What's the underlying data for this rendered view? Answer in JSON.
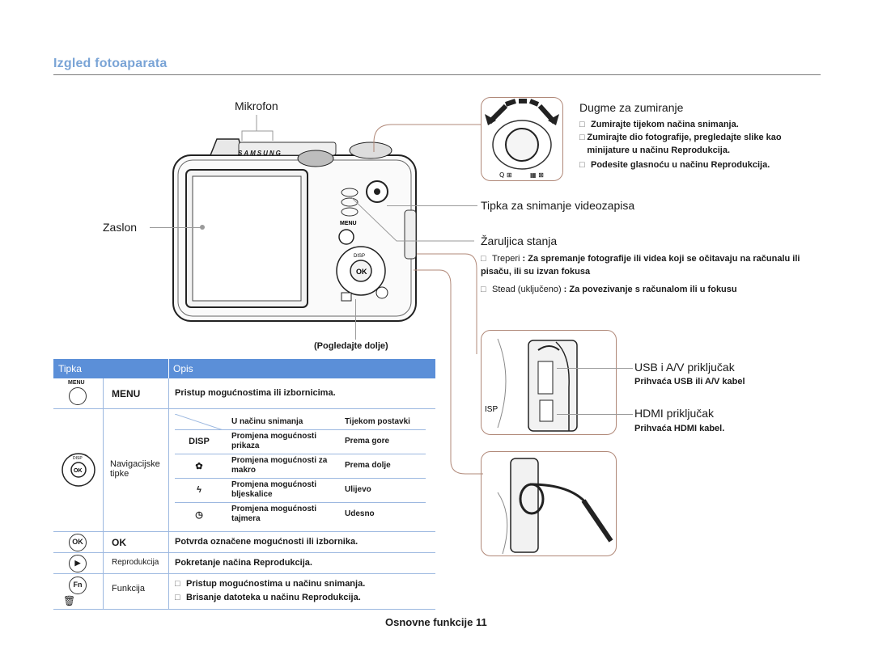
{
  "page": {
    "title": "Izgled fotoaparata",
    "footer": "Osnovne funkcije  11"
  },
  "camera": {
    "brand": "SAMSUNG",
    "labels": {
      "mikrofon": "Mikrofon",
      "zaslon": "Zaslon",
      "see_below": "(Pogledajte dolje)"
    }
  },
  "zoom": {
    "title": "Dugme za zumiranje",
    "bullets": [
      "Zumirajte tijekom načina snimanja.",
      "Zumirajte dio fotografije, pregledajte slike kao minijature u načinu Reprodukcija.",
      "Podesite glasnoću u načinu Reprodukcija."
    ]
  },
  "video_button": {
    "title": "Tipka za snimanje videozapisa"
  },
  "status_lamp": {
    "title": "Žaruljica stanja",
    "blinking_label": "Treperi",
    "blinking_text": ": Za spremanje fotografije ili videa koji se očitavaju na računalu ili pisaču, ili su izvan fokusa",
    "steady_label": "Stead (uključeno)",
    "steady_text": ": Za povezivanje s računalom ili u fokusu"
  },
  "usb": {
    "title": "USB i A/V priključak",
    "desc": "Prihvaća USB ili A/V kabel"
  },
  "hdmi": {
    "title": "HDMI priključak",
    "desc": "Prihvaća HDMI kabel."
  },
  "table": {
    "col_key": "Tipka",
    "col_desc": "Opis",
    "rows": [
      {
        "icon_label": "MENU",
        "name": "MENU",
        "desc": "Pristup mogućnostima ili izbornicima."
      },
      {
        "name": "Navigacijske tipke"
      },
      {
        "icon_label": "OK",
        "name": "OK",
        "desc": "Potvrda označene mogućnosti ili izbornika."
      },
      {
        "icon_label": "▶",
        "name": "Reprodukcija",
        "desc": "Pokretanje načina Reprodukcija."
      },
      {
        "icon_label": "Fn",
        "name": "Funkcija",
        "desc1": "Pristup mogućnostima u načinu snimanja.",
        "desc2": "Brisanje datoteka u načinu Reprodukcija."
      }
    ],
    "nav_header": {
      "col1": "U načinu snimanja",
      "col2": "Tijekom postavki"
    },
    "nav_rows": [
      {
        "icon": "DISP",
        "desc": "Promjena mogućnosti prikaza",
        "when": "Prema gore"
      },
      {
        "icon": "✿",
        "desc": "Promjena mogućnosti za makro",
        "when": "Prema dolje"
      },
      {
        "icon": "ϟ",
        "desc": "Promjena mogućnosti bljeskalice",
        "when": "Ulijevo"
      },
      {
        "icon": "◷",
        "desc": "Promjena mogućnosti tajmera",
        "when": "Udesno"
      }
    ]
  },
  "colors": {
    "accent": "#5b8fd8",
    "title": "#7aa4d6",
    "callout_border": "#b08878"
  }
}
